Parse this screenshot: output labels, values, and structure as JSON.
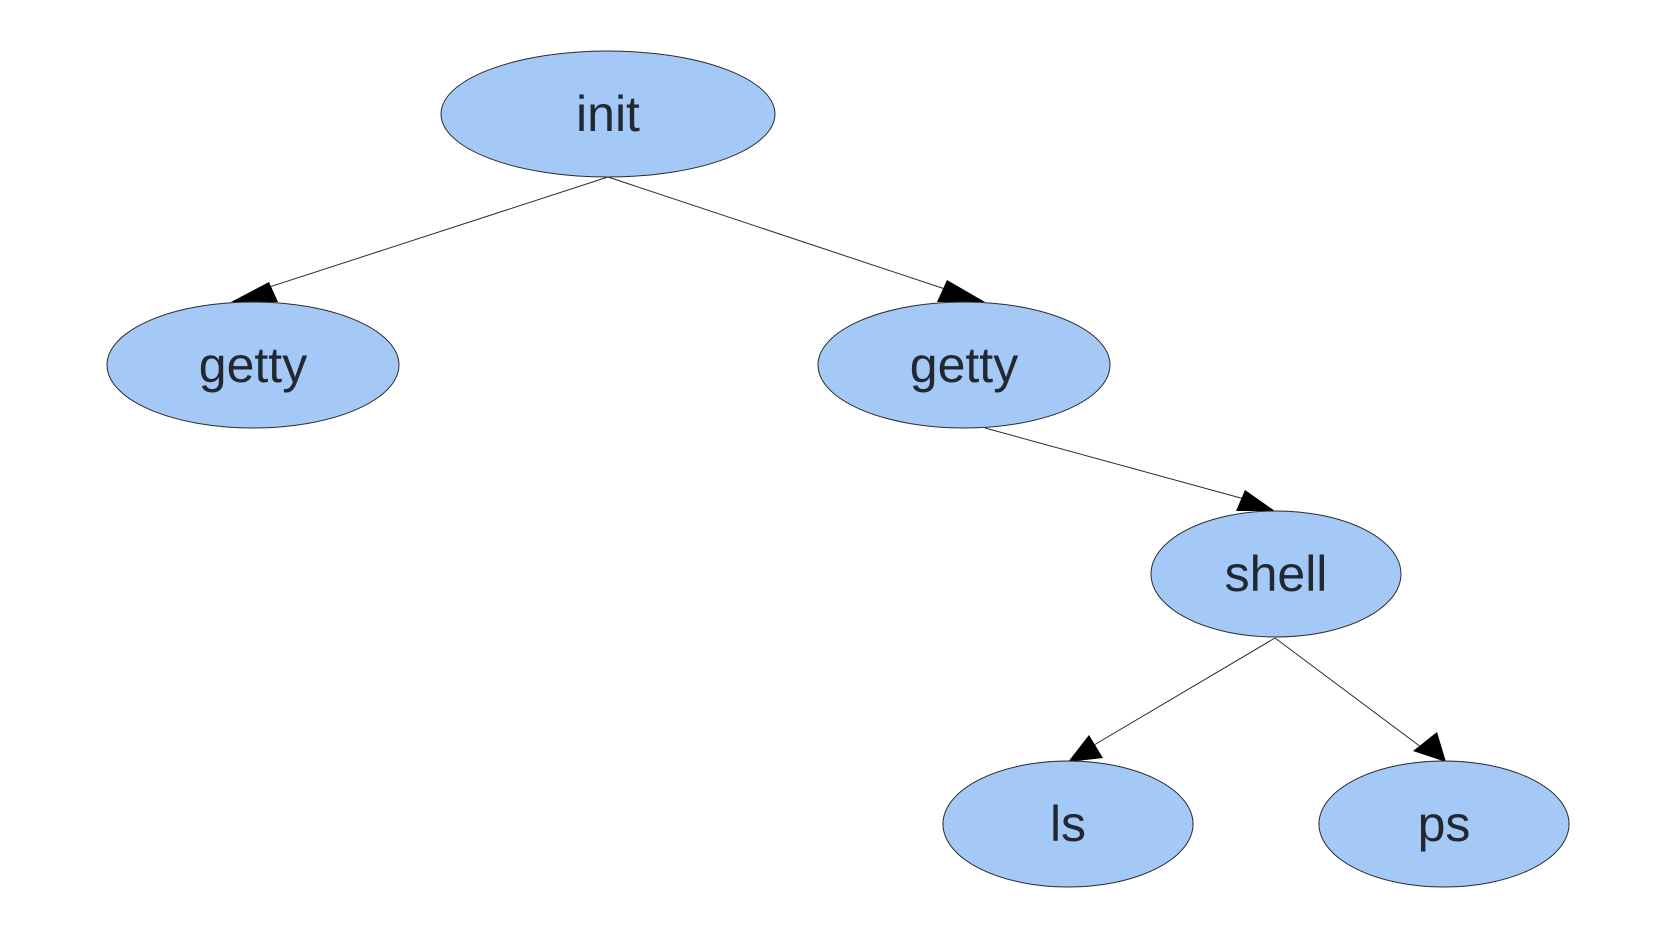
{
  "diagram": {
    "node_fill": "#a5c9f6",
    "edge_color": "#000000",
    "nodes": [
      {
        "id": "init",
        "label": "init"
      },
      {
        "id": "getty_left",
        "label": "getty"
      },
      {
        "id": "getty_right",
        "label": "getty"
      },
      {
        "id": "shell",
        "label": "shell"
      },
      {
        "id": "ls",
        "label": "ls"
      },
      {
        "id": "ps",
        "label": "ps"
      }
    ],
    "edges": [
      {
        "from": "init",
        "to": "getty_left"
      },
      {
        "from": "init",
        "to": "getty_right"
      },
      {
        "from": "getty_right",
        "to": "shell"
      },
      {
        "from": "shell",
        "to": "ls"
      },
      {
        "from": "shell",
        "to": "ps"
      }
    ]
  }
}
